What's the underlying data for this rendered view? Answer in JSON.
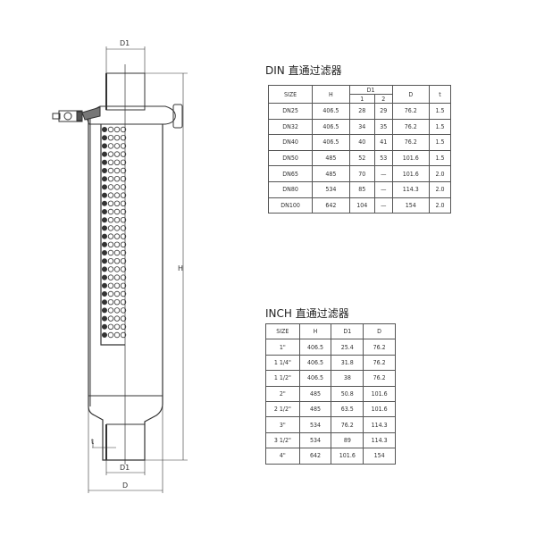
{
  "drawing": {
    "labels": {
      "d1_top": "D1",
      "h": "H",
      "t": "t",
      "d1_bottom": "D1",
      "d": "D"
    }
  },
  "din_table": {
    "title": "DIN 直通过滤器",
    "headers": {
      "size": "SIZE",
      "h": "H",
      "d1": "D1",
      "d1_1": "1",
      "d1_2": "2",
      "d": "D",
      "t": "t"
    },
    "rows": [
      [
        "DN25",
        "406.5",
        "28",
        "29",
        "76.2",
        "1.5"
      ],
      [
        "DN32",
        "406.5",
        "34",
        "35",
        "76.2",
        "1.5"
      ],
      [
        "DN40",
        "406.5",
        "40",
        "41",
        "76.2",
        "1.5"
      ],
      [
        "DN50",
        "485",
        "52",
        "53",
        "101.6",
        "1.5"
      ],
      [
        "DN65",
        "485",
        "70",
        "—",
        "101.6",
        "2.0"
      ],
      [
        "DN80",
        "534",
        "85",
        "—",
        "114.3",
        "2.0"
      ],
      [
        "DN100",
        "642",
        "104",
        "—",
        "154",
        "2.0"
      ]
    ]
  },
  "inch_table": {
    "title": "INCH 直通过滤器",
    "headers": [
      "SIZE",
      "H",
      "D1",
      "D"
    ],
    "rows": [
      [
        "1\"",
        "406.5",
        "25.4",
        "76.2"
      ],
      [
        "1 1/4\"",
        "406.5",
        "31.8",
        "76.2"
      ],
      [
        "1 1/2\"",
        "406.5",
        "38",
        "76.2"
      ],
      [
        "2\"",
        "485",
        "50.8",
        "101.6"
      ],
      [
        "2 1/2\"",
        "485",
        "63.5",
        "101.6"
      ],
      [
        "3\"",
        "534",
        "76.2",
        "114.3"
      ],
      [
        "3 1/2\"",
        "534",
        "89",
        "114.3"
      ],
      [
        "4\"",
        "642",
        "101.6",
        "154"
      ]
    ]
  }
}
